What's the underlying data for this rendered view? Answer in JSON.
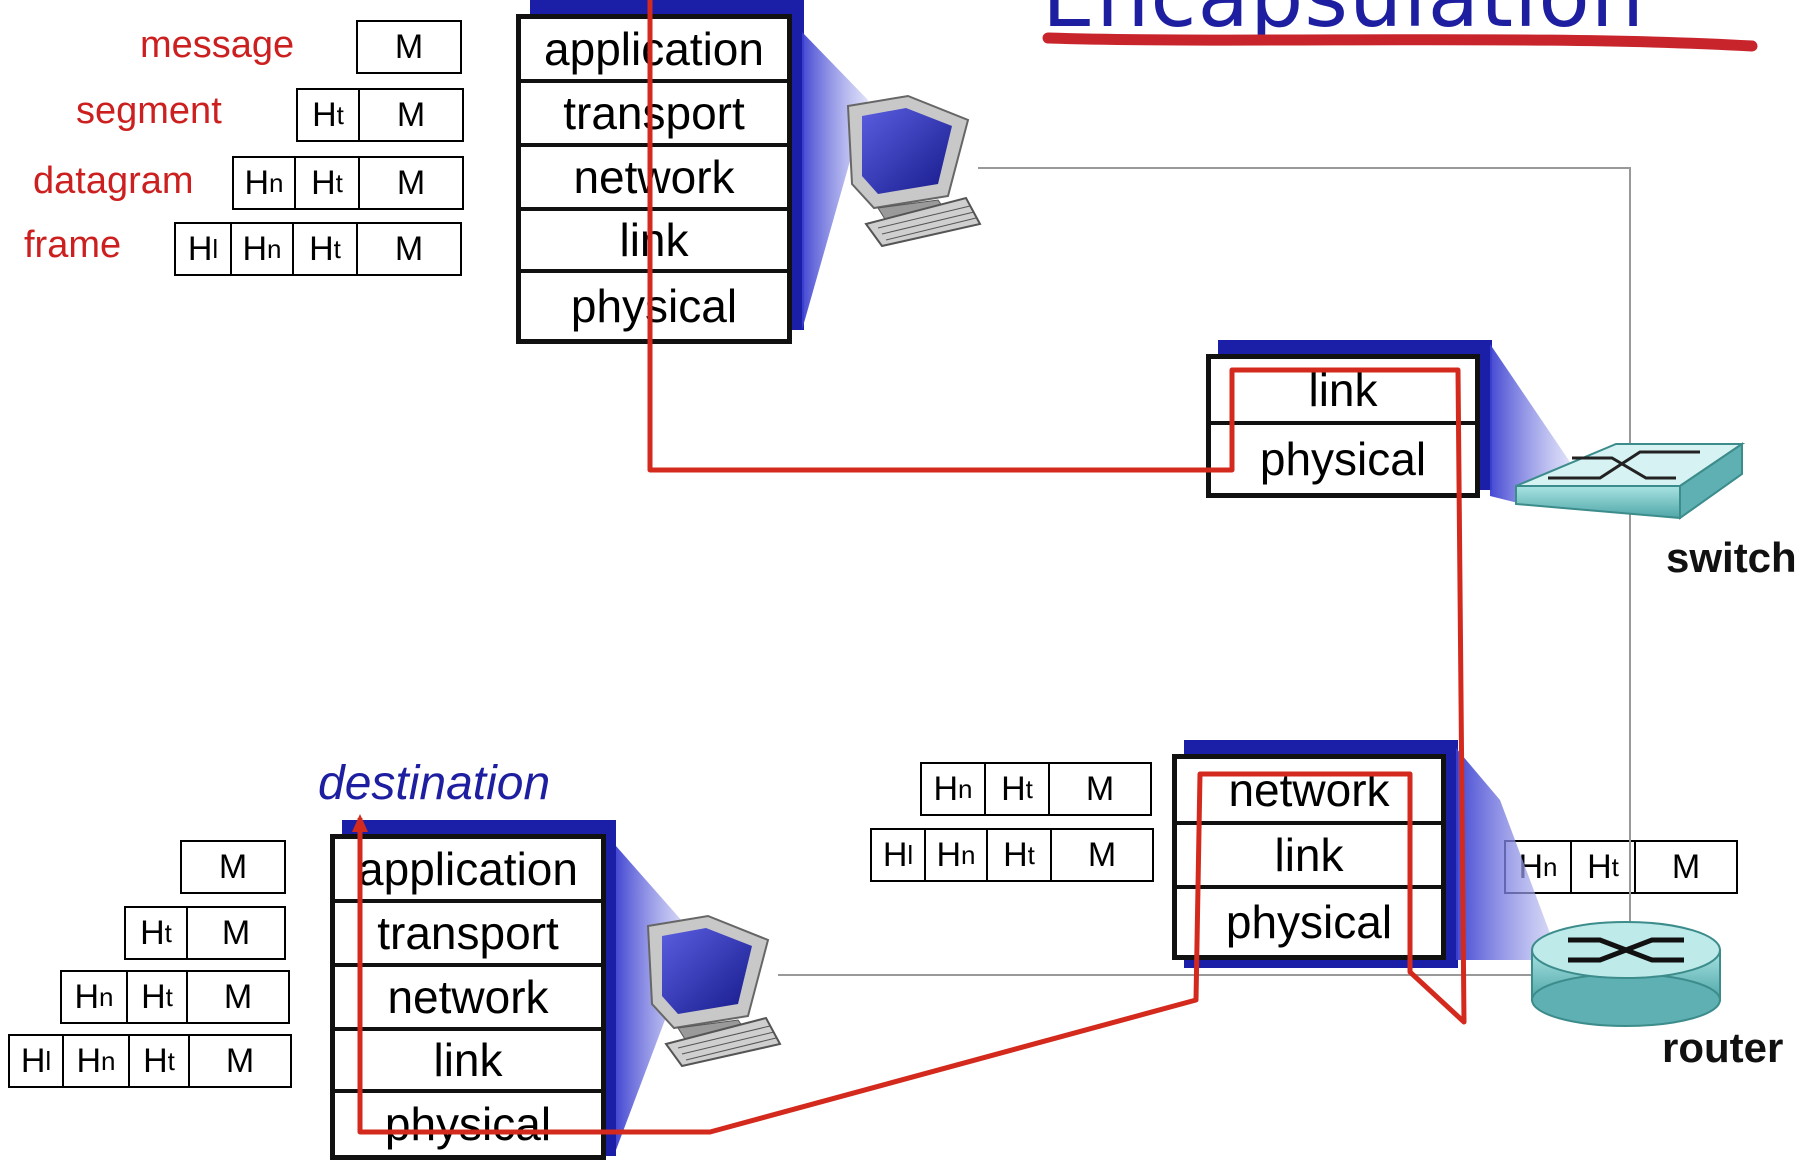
{
  "title": "Encapsulation",
  "units": {
    "message": "message",
    "segment": "segment",
    "datagram": "datagram",
    "frame": "frame"
  },
  "headers": {
    "M": "M",
    "H": "H",
    "t": "t",
    "n": "n",
    "l": "l"
  },
  "source_stack": [
    "application",
    "transport",
    "network",
    "link",
    "physical"
  ],
  "switch_stack": [
    "link",
    "physical"
  ],
  "router_stack": [
    "network",
    "link",
    "physical"
  ],
  "dest_stack": [
    "application",
    "transport",
    "network",
    "link",
    "physical"
  ],
  "labels": {
    "switch": "switch",
    "router": "router",
    "destination": "destination"
  },
  "colors": {
    "accent_blue": "#1d1fa0",
    "label_red": "#cc1f1f",
    "path_red": "#d42a1e",
    "device_teal": "#7ec9c9"
  },
  "icons": [
    "desktop-computer-icon",
    "switch-icon",
    "router-icon"
  ]
}
